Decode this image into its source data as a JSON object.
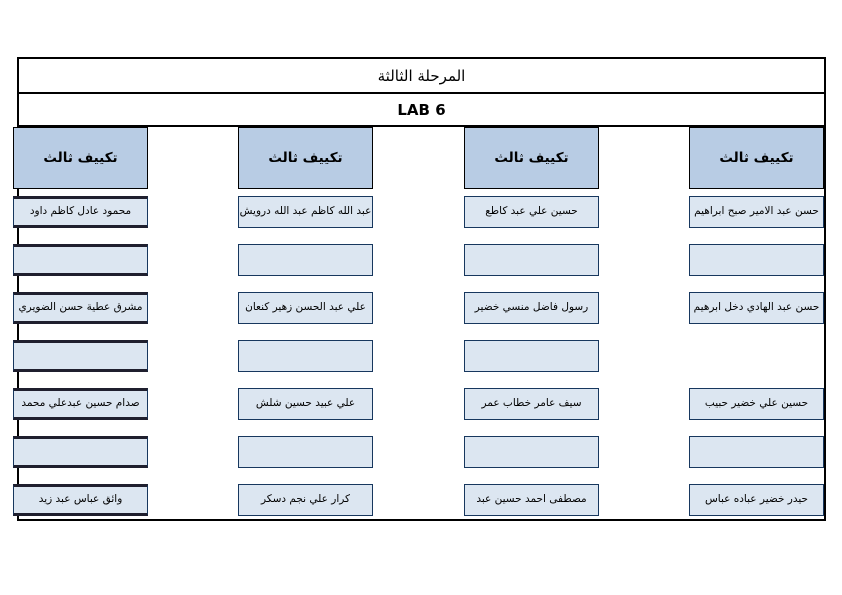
{
  "sheet": {
    "stage_title": "المرحلة الثالثة",
    "lab_title": "LAB 6",
    "column_header": "تكييف ثالث",
    "colors": {
      "header_fill": "#b8cce4",
      "cell_fill": "#dce6f1",
      "cell_border": "#17375e",
      "frame_border": "#000000",
      "page_background": "#ffffff"
    },
    "columns": [
      {
        "id": "column-1",
        "header": "تكييف ثالث",
        "cells": [
          {
            "text": "حسن عبد الامير صبح ابراهيم",
            "state": "filled"
          },
          {
            "text": "",
            "state": "blank"
          },
          {
            "text": "حسن عبد الهادي دخل ابرهيم",
            "state": "filled"
          },
          {
            "text": "",
            "state": "missing"
          },
          {
            "text": "حسين علي خضير حبيب",
            "state": "filled"
          },
          {
            "text": "",
            "state": "blank"
          },
          {
            "text": "حيدر خضير عباده عباس",
            "state": "filled"
          }
        ]
      },
      {
        "id": "column-2",
        "header": "تكييف ثالث",
        "cells": [
          {
            "text": "حسين علي عبد كاطع",
            "state": "filled"
          },
          {
            "text": "",
            "state": "blank"
          },
          {
            "text": "رسول فاضل منسي خضير",
            "state": "filled"
          },
          {
            "text": "",
            "state": "blank"
          },
          {
            "text": "سيف عامر خطاب عمر",
            "state": "filled"
          },
          {
            "text": "",
            "state": "blank"
          },
          {
            "text": "مصطفى احمد حسين عبد",
            "state": "filled"
          }
        ]
      },
      {
        "id": "column-3",
        "header": "تكييف ثالث",
        "cells": [
          {
            "text": "عبد الله كاظم عبد الله درويش",
            "state": "filled"
          },
          {
            "text": "",
            "state": "blank"
          },
          {
            "text": "علي عبد الحسن زهير كنعان",
            "state": "filled"
          },
          {
            "text": "",
            "state": "blank"
          },
          {
            "text": "علي عبيد حسين شلش",
            "state": "filled"
          },
          {
            "text": "",
            "state": "blank"
          },
          {
            "text": "كرار علي نجم دسكر",
            "state": "filled"
          }
        ]
      },
      {
        "id": "column-4",
        "header": "تكييف ثالث",
        "cells": [
          {
            "text": "محمود عادل كاظم داود",
            "state": "filled"
          },
          {
            "text": "",
            "state": "blank"
          },
          {
            "text": "مشرق عطية حسن الضويري",
            "state": "filled"
          },
          {
            "text": "",
            "state": "blank"
          },
          {
            "text": "صدام حسين عبدعلي محمد",
            "state": "filled"
          },
          {
            "text": "",
            "state": "blank"
          },
          {
            "text": "وائق عباس عبد زيد",
            "state": "filled"
          }
        ]
      }
    ]
  }
}
